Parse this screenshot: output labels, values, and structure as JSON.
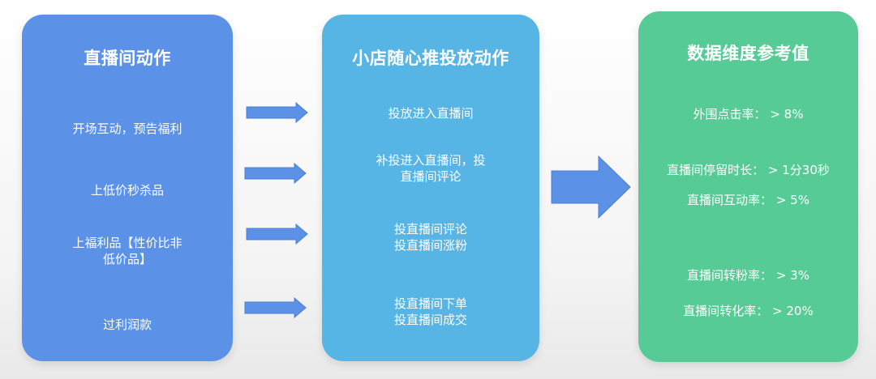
{
  "columns": [
    {
      "title": "直播间动作",
      "items": [
        "开场互动，预告福利",
        "上低价秒杀品",
        "上福利品【性价比非\n低价品】",
        "过利润款"
      ]
    },
    {
      "title": "小店随心推投放动作",
      "items": [
        "投放进入直播间",
        "补投进入直播间，投\n直播间评论",
        "投直播间评论\n投直播间涨粉",
        "投直播间下单\n投直播间成交"
      ]
    },
    {
      "title": "数据维度参考值",
      "items": [
        "外围点击率： > 8%",
        "直播间停留时长： > 1分30秒",
        "直播间互动率： > 5%",
        "直播间转粉率： > 3%",
        "直播间转化率： > 20%"
      ]
    }
  ],
  "colors": {
    "panel1": "#5b92e8",
    "panel2": "#57b5e6",
    "panel3": "#56cb96",
    "arrow": "#5b92e8"
  }
}
